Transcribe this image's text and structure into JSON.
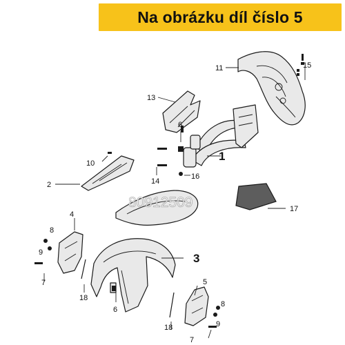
{
  "header": {
    "title": "Na obrázku díl číslo 5",
    "bg_color": "#f7c21a"
  },
  "watermark": "80912509",
  "callouts": {
    "c1": "1",
    "c2": "2",
    "c3": "3",
    "c4": "4",
    "c5": "5",
    "c6a": "6",
    "c6b": "6",
    "c7a": "7",
    "c7b": "7",
    "c8a": "8",
    "c8b": "8",
    "c9a": "9",
    "c9b": "9",
    "c10": "10",
    "c11": "11",
    "c13": "13",
    "c14": "14",
    "c15": "15",
    "c16": "16",
    "c17": "17",
    "c18a": "18",
    "c18b": "18"
  }
}
